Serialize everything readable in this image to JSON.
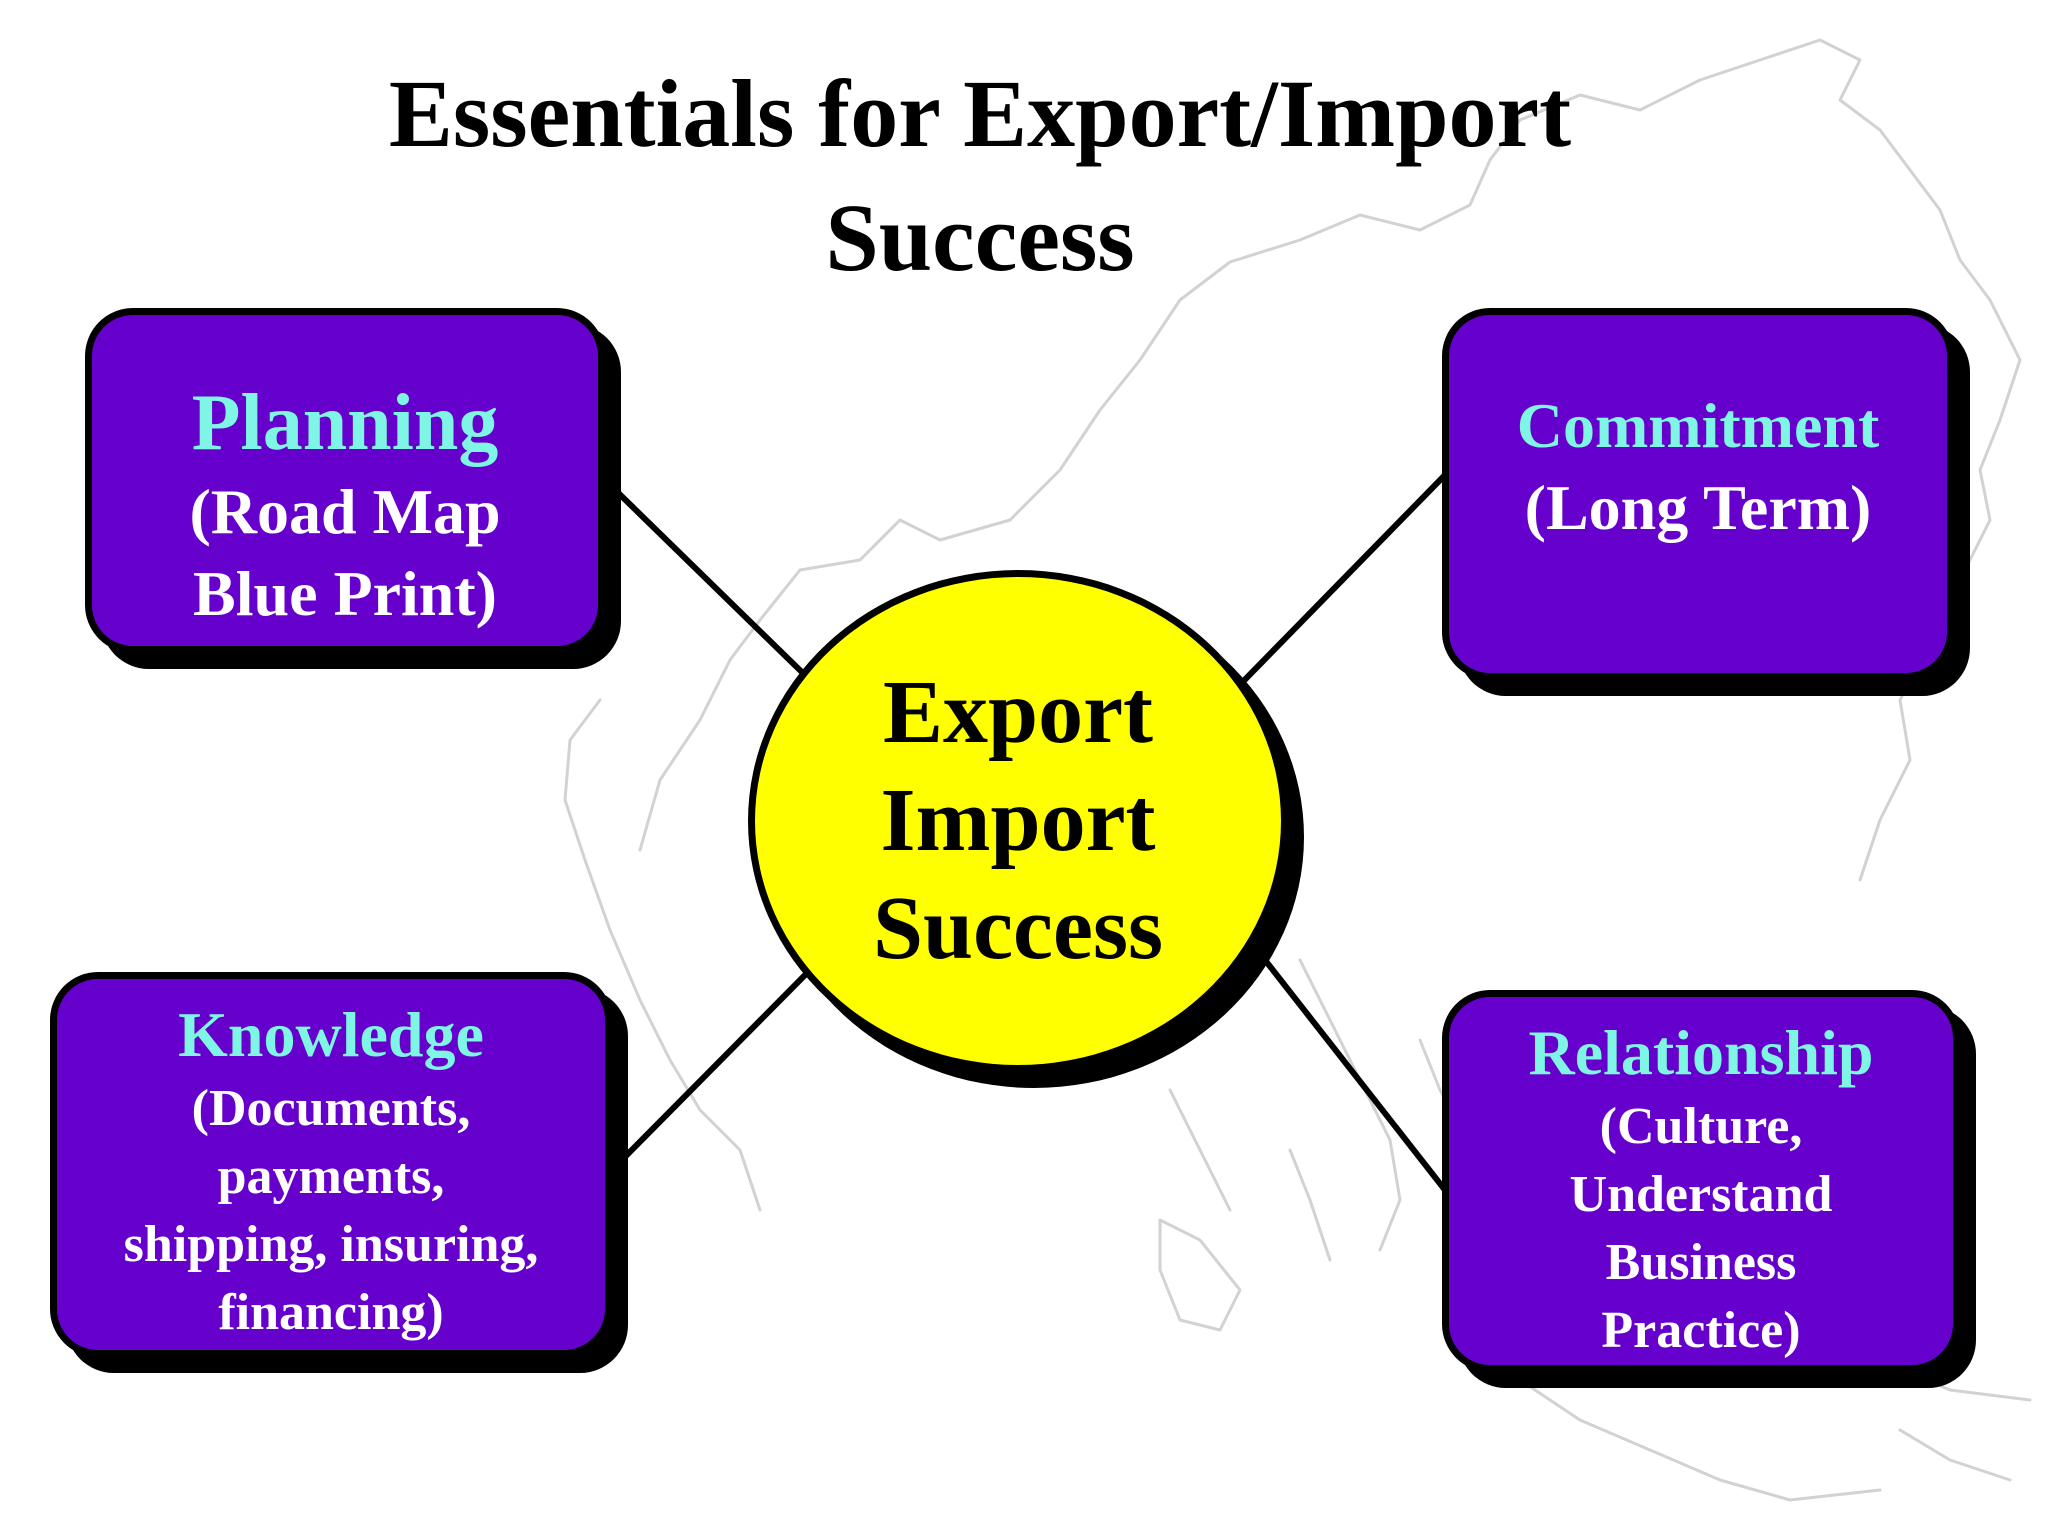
{
  "title": {
    "lines": [
      "Essentials for Export/Import",
      "Success"
    ]
  },
  "center": {
    "lines": [
      "Export",
      "Import",
      "Success"
    ]
  },
  "nodes": {
    "planning": {
      "heading": "Planning",
      "lines": [
        "(Road Map",
        "Blue Print)"
      ]
    },
    "commitment": {
      "heading": "Commitment",
      "lines": [
        "(Long Term)"
      ]
    },
    "knowledge": {
      "heading": "Knowledge",
      "lines": [
        "(Documents,",
        "payments,",
        "shipping, insuring,",
        "financing)"
      ]
    },
    "relationship": {
      "heading": "Relationship",
      "lines": [
        "(Culture,",
        "Understand",
        "Business",
        "Practice)"
      ]
    }
  },
  "colors": {
    "box_fill": "#6600cc",
    "heading_text": "#7ff5e6",
    "body_text": "#ffffff",
    "center_fill": "#ffff00",
    "outline": "#000000",
    "map_lines": "#d2d2d2"
  },
  "background": {
    "icon": "asia-map-outline"
  }
}
